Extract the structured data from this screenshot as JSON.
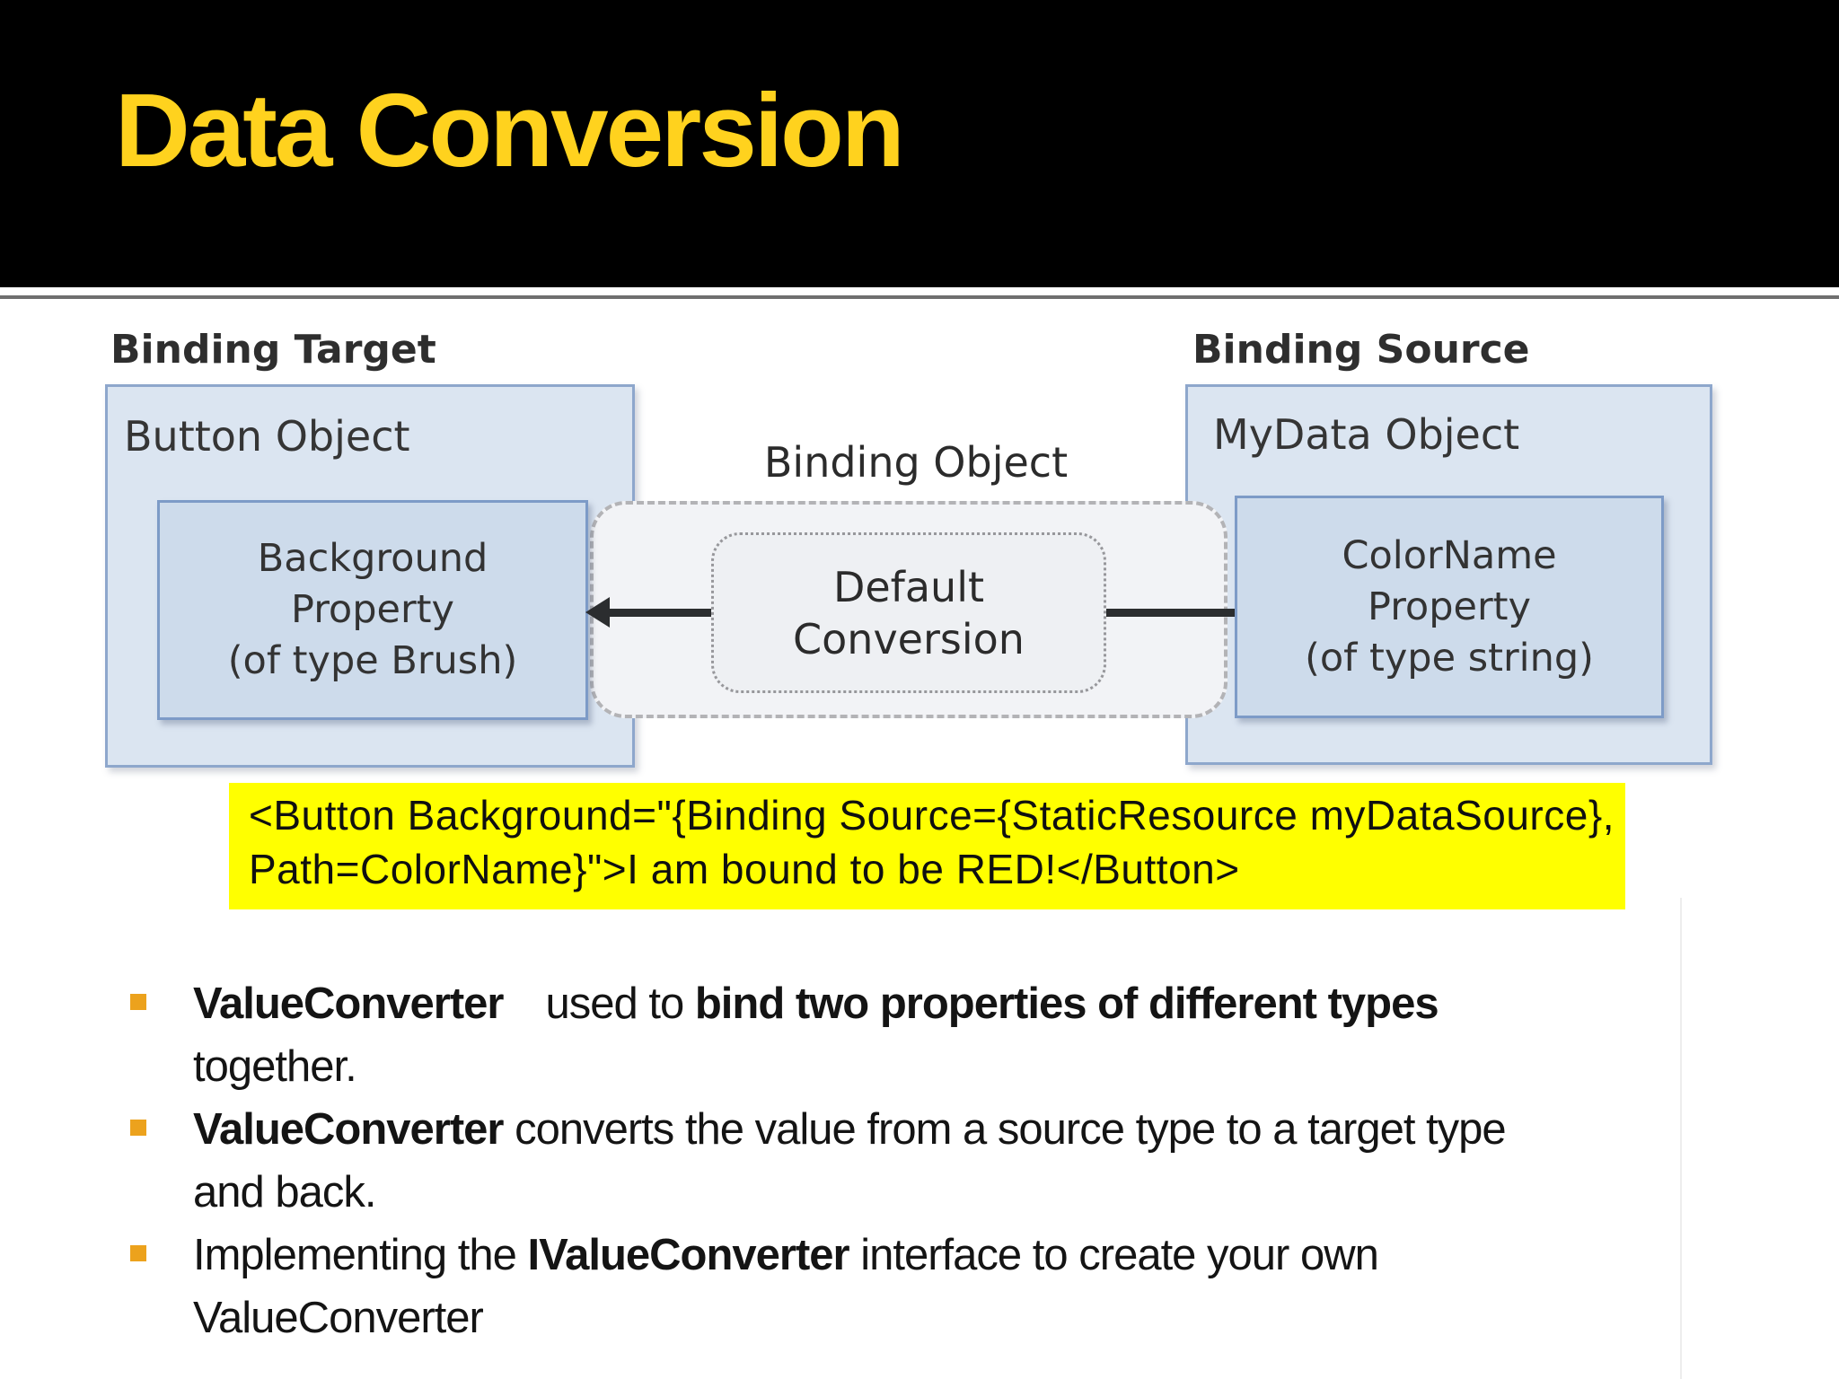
{
  "title": "Data Conversion",
  "colors": {
    "title_gold": "#FFD21E",
    "header_black": "#000000",
    "highlight_yellow": "#FFFF00",
    "bullet_gold": "#ECA21D",
    "box_fill_outer": "#DBE5F1",
    "box_fill_inner": "#CDDBEB",
    "box_border_blue": "#7D9BC7",
    "dashed_region_fill": "#F2F3F6",
    "arrow_dark": "#2B2D2F"
  },
  "diagram": {
    "binding_target_label": "Binding Target",
    "binding_source_label": "Binding Source",
    "binding_object_label": "Binding Object",
    "button_object": {
      "title": "Button Object",
      "property_lines": [
        "Background",
        "Property",
        "(of type Brush)"
      ]
    },
    "mydata_object": {
      "title": "MyData Object",
      "property_lines": [
        "ColorName",
        "Property",
        "(of type string)"
      ]
    },
    "conversion_lines": [
      "Default",
      "Conversion"
    ]
  },
  "code": {
    "line1": "<Button Background=\"{Binding Source={StaticResource myDataSource},",
    "line2": "Path=ColorName}\">I am bound to be RED!</Button>"
  },
  "bullets": [
    {
      "lines": [
        [
          {
            "text": "ValueConverter",
            "bold": true
          },
          {
            "text": "  used to ",
            "bold": false
          },
          {
            "text": "bind two properties of different types",
            "bold": true
          }
        ],
        [
          {
            "text": "together.",
            "bold": false
          }
        ]
      ]
    },
    {
      "lines": [
        [
          {
            "text": "ValueConverter",
            "bold": true
          },
          {
            "text": " converts the value from a source type to a target type",
            "bold": false
          }
        ],
        [
          {
            "text": "and back.",
            "bold": false
          }
        ]
      ]
    },
    {
      "lines": [
        [
          {
            "text": "Implementing the ",
            "bold": false
          },
          {
            "text": "IValueConverter",
            "bold": true
          },
          {
            "text": " interface to create your own",
            "bold": false
          }
        ],
        [
          {
            "text": "ValueConverter",
            "bold": false
          }
        ]
      ]
    }
  ]
}
